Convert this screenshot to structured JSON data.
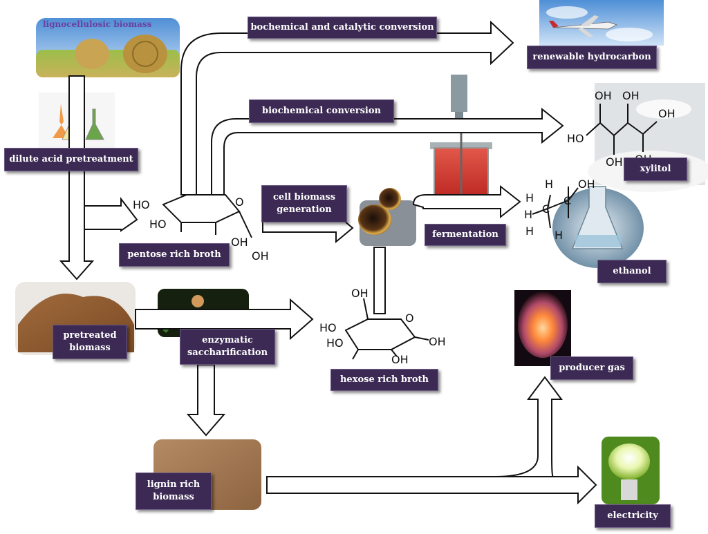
{
  "labels": {
    "lignocellulosic_biomass": "lignocellulosic biomass",
    "dilute_acid_pretreatment": "dilute acid pretreatment",
    "pentose_rich_broth": "pentose rich broth",
    "pretreated_biomass": "pretreated\nbiomass",
    "enzymatic_saccharification": "enzymatic\nsaccharification",
    "hexose_rich_broth": "hexose rich broth",
    "lignin_rich_biomass": "lignin rich\nbiomass",
    "biochemical_catalytic_conversion": "bochemical and catalytic conversion",
    "biochemical_conversion": "biochemical conversion",
    "cell_biomass_generation": "cell biomass\ngeneration",
    "fermentation": "fermentation",
    "renewable_hydrocarbon": "renewable hydrocarbon",
    "xylitol": "xylitol",
    "ethanol": "ethanol",
    "producer_gas": "producer gas",
    "electricity": "electricity"
  },
  "chem": {
    "ho": "HO",
    "oh": "OH",
    "h": "H",
    "c": "C",
    "o": "O"
  },
  "colors": {
    "label_bg": "#3c2a54",
    "label_text": "#ffffff",
    "title_text": "#6a3fa0"
  },
  "icons": {
    "hay_bales": "hay-bales-photo",
    "flasks": "laboratory-flasks-photo",
    "airplane": "airplane-photo",
    "bioreactor": "bioreactor-photo",
    "yeast": "yeast-cells-photo",
    "xylitol_powder": "xylitol-powder-photo",
    "ethanol_flask": "ethanol-flask-photo",
    "flame": "flame-photo",
    "bulb": "light-bulb-photo"
  }
}
